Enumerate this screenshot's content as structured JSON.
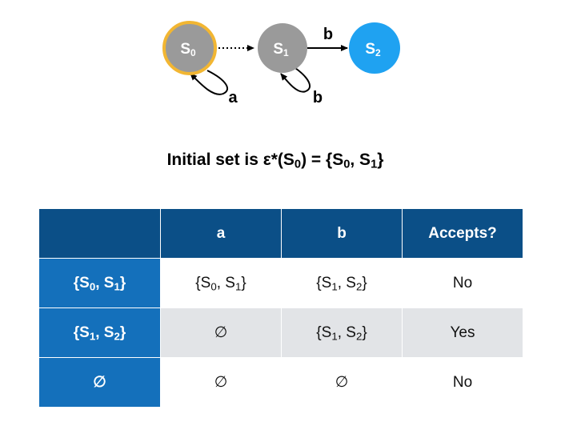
{
  "nfa": {
    "states": [
      {
        "name": "S",
        "sub": "0",
        "role": "start",
        "fill": "#9a9a9a",
        "stroke": "#f2b632"
      },
      {
        "name": "S",
        "sub": "1",
        "role": "normal",
        "fill": "#9a9a9a"
      },
      {
        "name": "S",
        "sub": "2",
        "role": "accept",
        "fill": "#1fa2f1"
      }
    ],
    "edges": [
      {
        "from": 0,
        "to": 1,
        "label": "",
        "style": "dotted"
      },
      {
        "from": 1,
        "to": 2,
        "label": "b",
        "style": "solid"
      },
      {
        "from": 0,
        "to": 0,
        "label": "a",
        "style": "loop"
      },
      {
        "from": 1,
        "to": 1,
        "label": "b",
        "style": "loop"
      }
    ]
  },
  "heading": {
    "prefix": "Initial set is ε*(S",
    "prefix_sub": "0",
    "middle": ") = {S",
    "middle_sub": "0",
    "sep": ", S",
    "end_sub": "1",
    "suffix": "}"
  },
  "table": {
    "headers": [
      "",
      "a",
      "b",
      "Accepts?"
    ],
    "rows": [
      {
        "state": "{S0, S1}",
        "a": "{S0, S1}",
        "b": "{S1, S2}",
        "accepts": "No"
      },
      {
        "state": "{S1, S2}",
        "a": "∅",
        "b": "{S1, S2}",
        "accepts": "Yes"
      },
      {
        "state": "∅",
        "a": "∅",
        "b": "∅",
        "accepts": "No"
      }
    ]
  },
  "colors": {
    "header_bg": "#0b4f87",
    "rowhead_bg": "#1470bb",
    "row_alt_bg": "#e2e4e7",
    "start_ring": "#f2b632",
    "accept_state": "#1fa2f1",
    "state_grey": "#9a9a9a"
  }
}
